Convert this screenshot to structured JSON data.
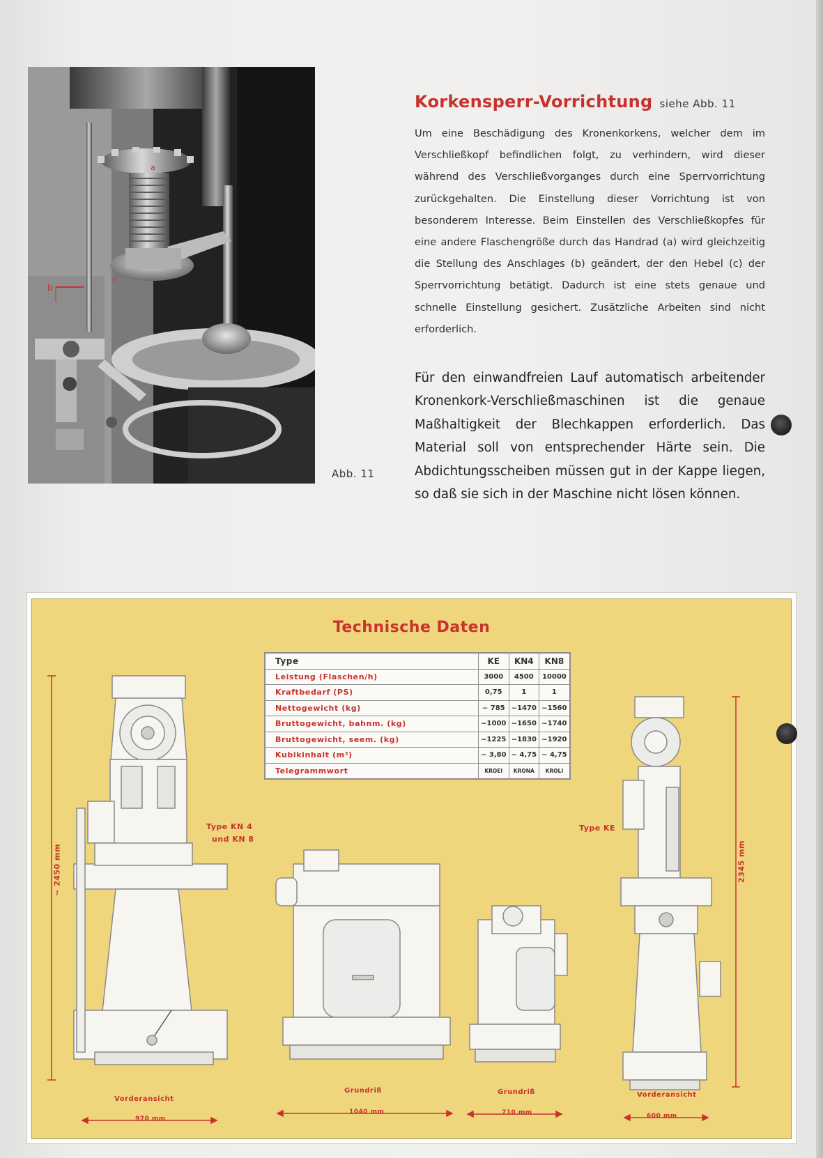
{
  "figure": {
    "caption": "Abb. 11",
    "callouts": [
      "a",
      "b",
      "c"
    ]
  },
  "section": {
    "title": "Korkensperr-Vorrichtung",
    "reference": "siehe Abb. 11",
    "paragraph": "Um eine Beschädigung des Kronenkorkens, welcher dem im Verschließkopf befindlichen folgt, zu verhindern, wird dieser während des Verschließvorganges durch eine Sperrvorrichtung zurückgehalten. Die Einstellung dieser Vorrichtung ist von besonderem Interesse. Beim Einstellen des Verschließkopfes für eine andere Flaschengröße durch das Handrad (a) wird gleichzeitig die Stellung des Anschlages (b) geändert, der den Hebel (c) der Sperrvorrichtung betätigt. Dadurch ist eine stets genaue und schnelle Einstellung gesichert. Zusätzliche Arbeiten sind nicht erforderlich."
  },
  "intro": {
    "paragraph": "Für den einwandfreien Lauf automatisch arbeitender Kronenkork-Verschließmaschinen ist die genaue Maßhaltigkeit der Blechkappen erforderlich. Das Material soll von entsprechender Härte sein. Die Abdichtungsscheiben müssen gut in der Kappe liegen, so daß sie sich in der Maschine nicht lösen können."
  },
  "technical_data": {
    "title": "Technische Daten",
    "columns": [
      "Type",
      "KE",
      "KN4",
      "KN8"
    ],
    "rows": [
      {
        "label": "Leistung (Flaschen/h)",
        "ke": "3000",
        "kn4": "4500",
        "kn8": "10000"
      },
      {
        "label": "Kraftbedarf (PS)",
        "ke": "0,75",
        "kn4": "1",
        "kn8": "1"
      },
      {
        "label": "Nettogewicht (kg)",
        "ke": "~ 785",
        "kn4": "~1470",
        "kn8": "~1560"
      },
      {
        "label": "Bruttogewicht, bahnm. (kg)",
        "ke": "~1000",
        "kn4": "~1650",
        "kn8": "~1740"
      },
      {
        "label": "Bruttogewicht, seem. (kg)",
        "ke": "~1225",
        "kn4": "~1830",
        "kn8": "~1920"
      },
      {
        "label": "Kubikinhalt (m³)",
        "ke": "~ 3,80",
        "kn4": "~ 4,75",
        "kn8": "~ 4,75"
      },
      {
        "label": "Telegrammwort",
        "ke": "KROEI",
        "kn4": "KRONA",
        "kn8": "KROLI"
      }
    ]
  },
  "drawings": {
    "kn_type_label_1": "Type KN 4",
    "kn_type_label_2": "und KN 8",
    "ke_type_label": "Type KE",
    "kn_height": "~ 2450 mm",
    "ke_height": "2345 mm",
    "kn_front_label": "Vorderansicht",
    "kn_front_width": "970 mm",
    "kn_plan_label": "Grundriß",
    "kn_plan_width": "1040 mm",
    "ke_plan_label": "Grundriß",
    "ke_plan_width": "710 mm",
    "ke_front_label": "Vorderansicht",
    "ke_front_width": "600 mm"
  },
  "colors": {
    "accent_red": "#c8322e",
    "panel_yellow": "#efd67c",
    "paper": "#f1f0ee"
  }
}
